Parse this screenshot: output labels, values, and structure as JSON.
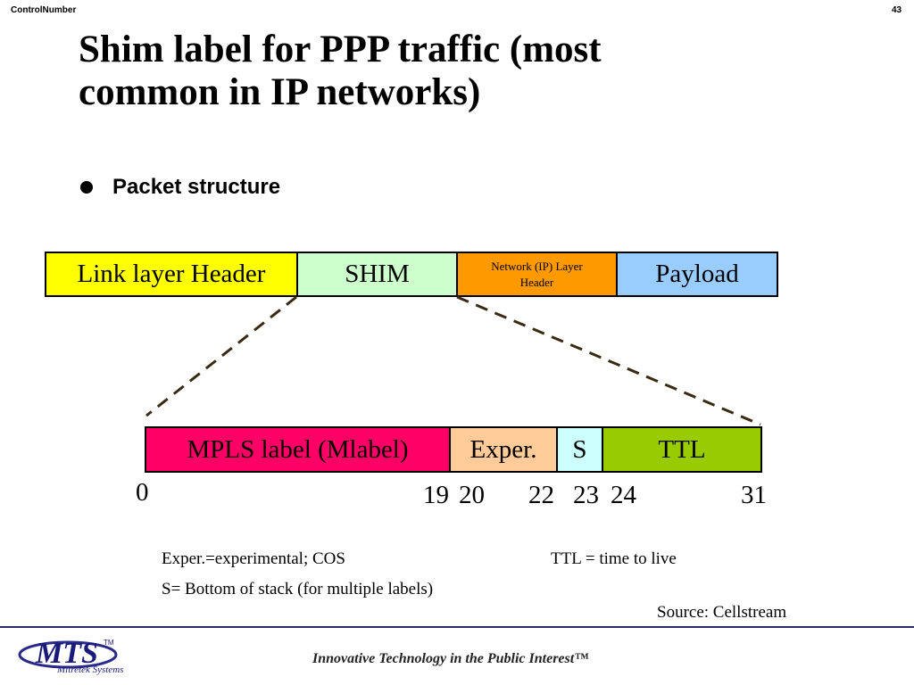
{
  "header": {
    "left": "ControlNumber",
    "right": "43"
  },
  "title_line1": "Shim label for PPP traffic (most",
  "title_line2": "common in IP networks)",
  "bullet": "Packet structure",
  "packet": {
    "link": "Link layer Header",
    "shim": "SHIM",
    "network": "Network (IP) Layer Header",
    "payload": "Payload"
  },
  "shim_fields": {
    "mpls": "MPLS label (Mlabel)",
    "exper": "Exper.",
    "s": "S",
    "ttl": "TTL"
  },
  "bit_positions": [
    "0",
    "19",
    "20",
    "22",
    "23",
    "24",
    "31"
  ],
  "notes": {
    "exper": "Exper.=experimental; COS",
    "ttl": "TTL = time to live",
    "s": "S= Bottom of stack (for multiple labels)",
    "source": "Source: Cellstream"
  },
  "footer": {
    "logo_text": "MTS",
    "logo_tm": "TM",
    "logo_sub": "Mitretek Systems",
    "tagline": "Innovative Technology in the Public Interest™"
  },
  "colors": {
    "link": "#ffff00",
    "shim": "#ccffcc",
    "network": "#ff9900",
    "payload": "#99ccff",
    "mpls": "#ff0066",
    "exper": "#ffcc99",
    "s": "#ccffff",
    "ttl": "#99cc00",
    "dash": "#3a2a14"
  }
}
